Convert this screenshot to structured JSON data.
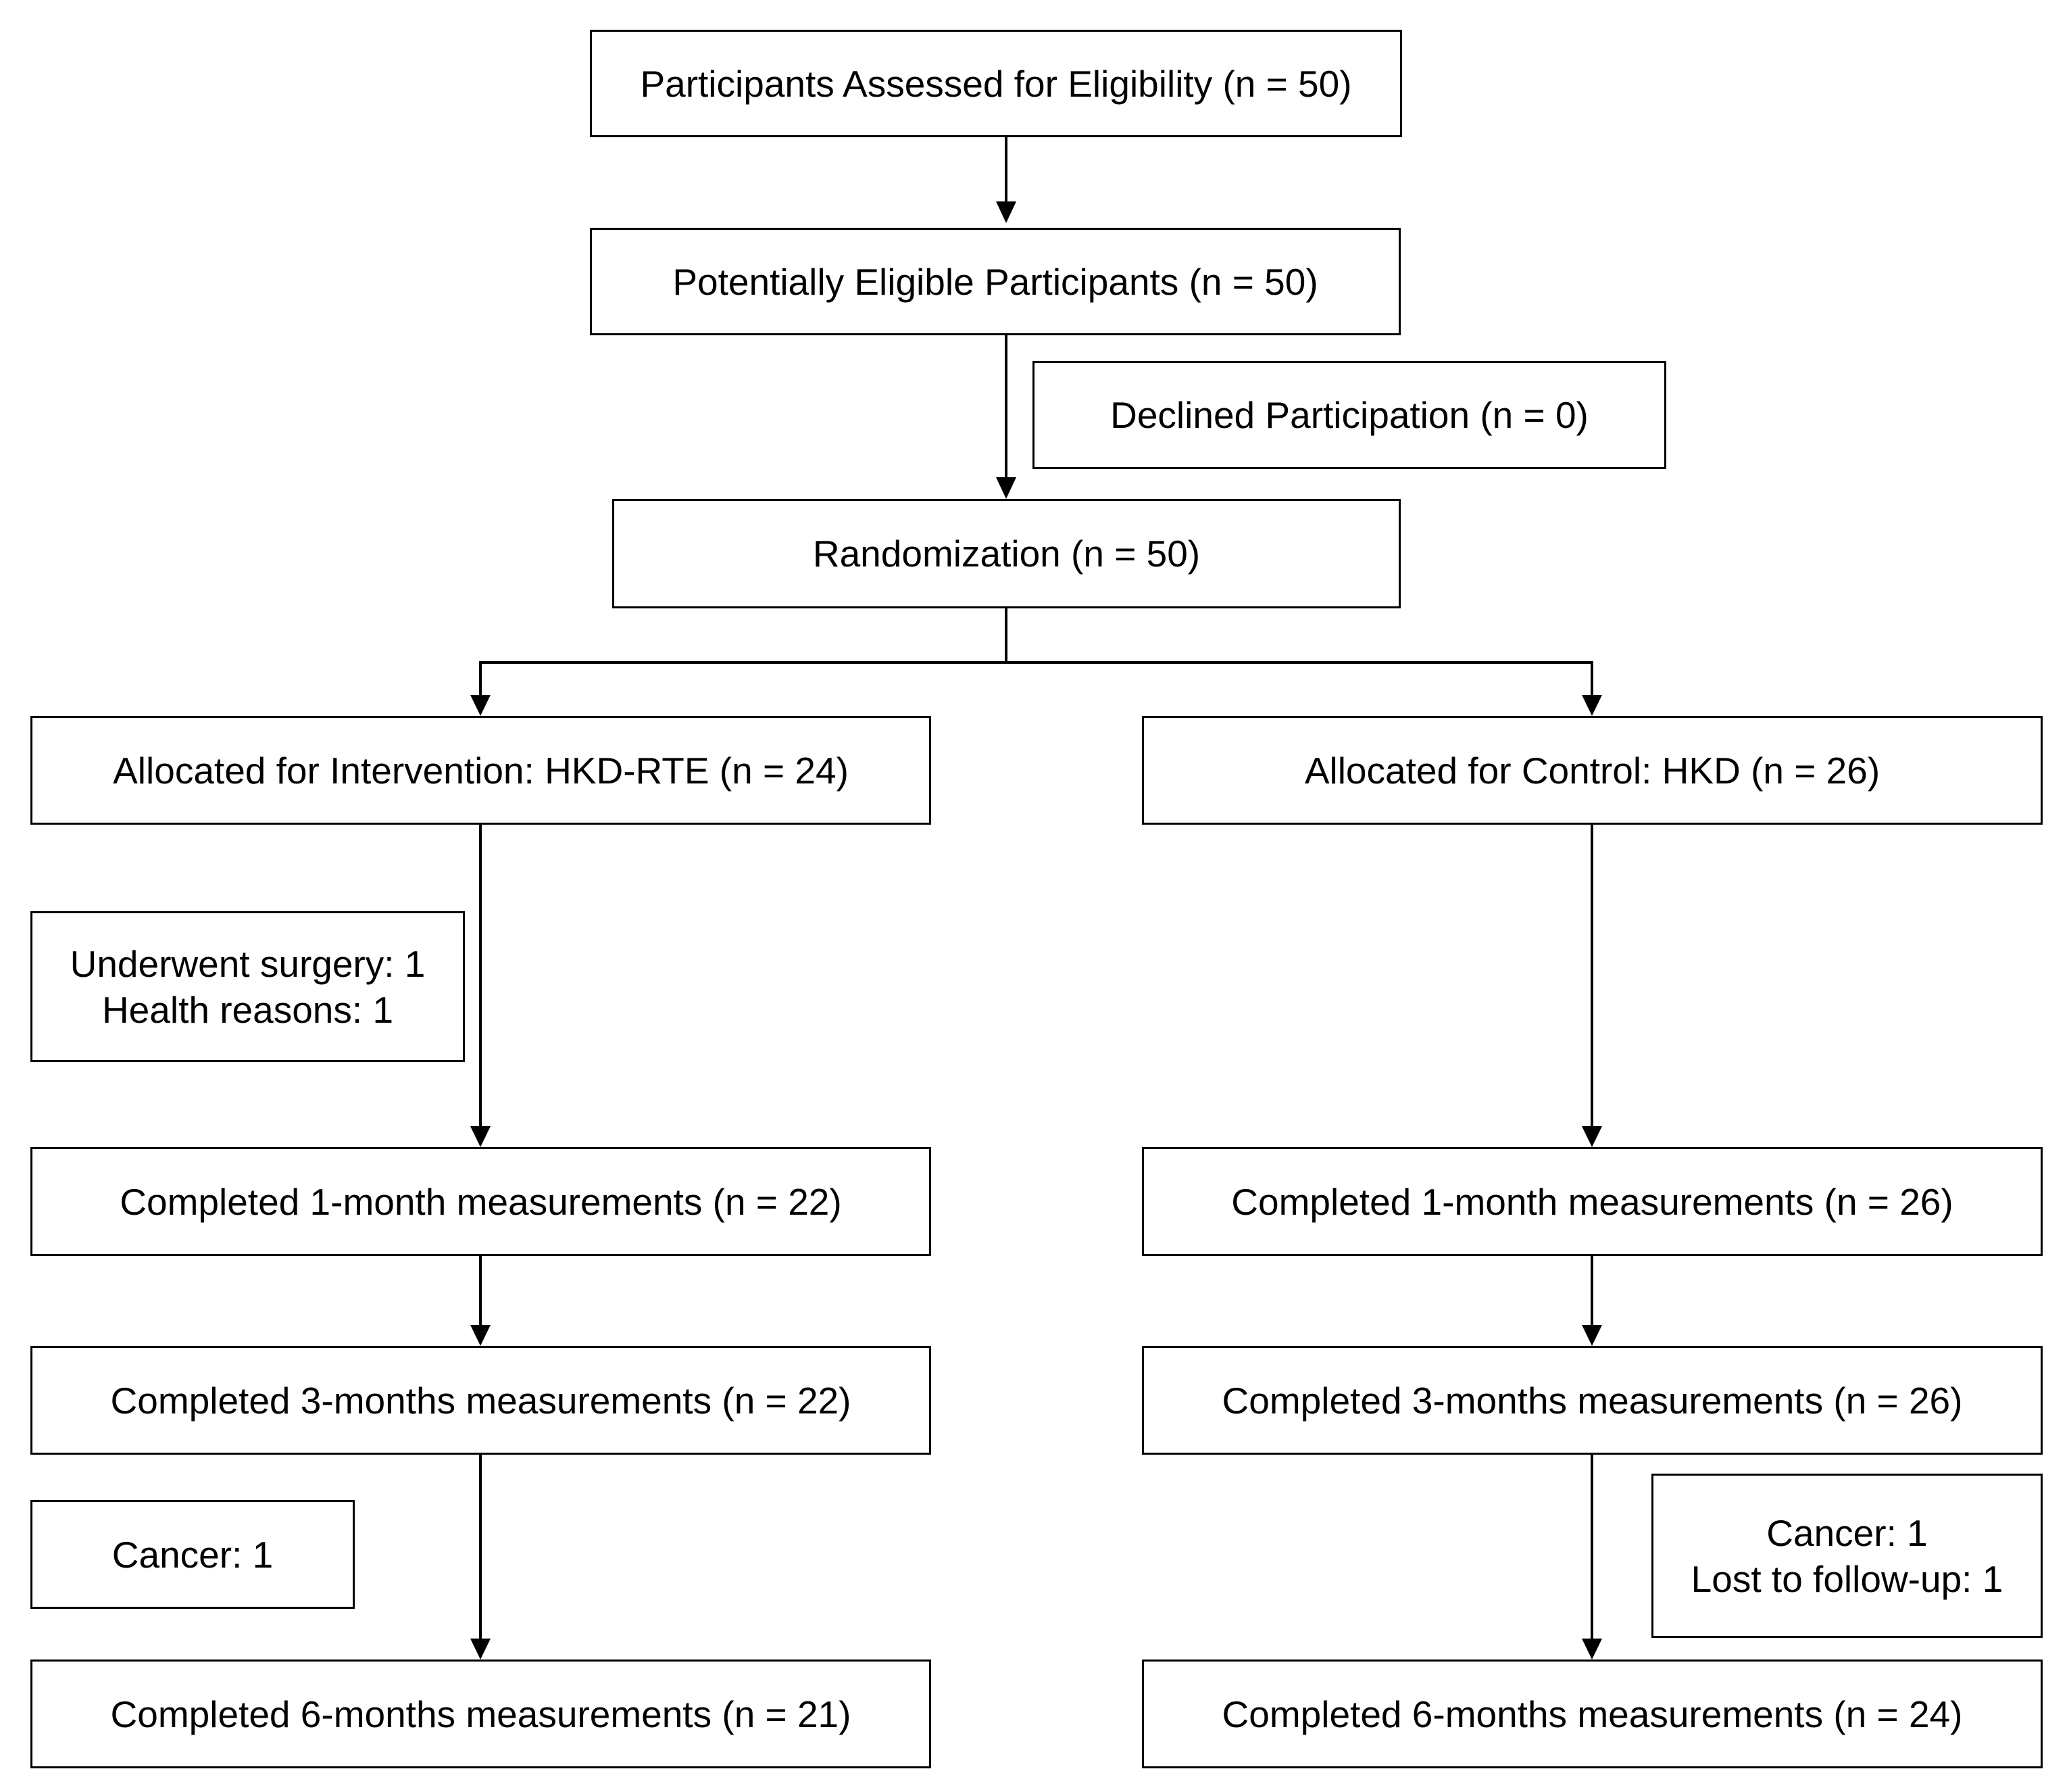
{
  "flowchart": {
    "assessed": "Participants Assessed for Eligibility (n = 50)",
    "eligible": "Potentially Eligible Participants (n = 50)",
    "declined": "Declined Participation (n = 0)",
    "randomization": "Randomization (n = 50)",
    "intervention": {
      "allocated": "Allocated for Intervention: HKD-RTE (n = 24)",
      "dropout_1": {
        "line1": "Underwent surgery: 1",
        "line2": "Health reasons: 1"
      },
      "month1": "Completed 1-month measurements (n = 22)",
      "month3": "Completed 3-months measurements (n = 22)",
      "dropout_2": "Cancer: 1",
      "month6": "Completed 6-months measurements (n = 21)"
    },
    "control": {
      "allocated": "Allocated for Control: HKD (n = 26)",
      "month1": "Completed 1-month measurements (n = 26)",
      "month3": "Completed 3-months measurements (n = 26)",
      "dropout_2": {
        "line1": "Cancer: 1",
        "line2": "Lost to follow-up: 1"
      },
      "month6": "Completed 6-months measurements (n = 24)"
    }
  }
}
